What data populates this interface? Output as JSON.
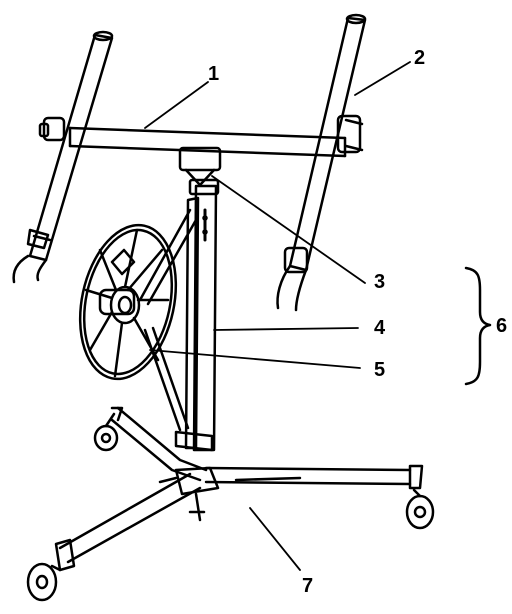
{
  "diagram": {
    "callouts": [
      {
        "id": "1",
        "label": "1"
      },
      {
        "id": "2",
        "label": "2"
      },
      {
        "id": "3",
        "label": "3"
      },
      {
        "id": "4",
        "label": "4"
      },
      {
        "id": "5",
        "label": "5"
      },
      {
        "id": "6",
        "label": "6"
      },
      {
        "id": "7",
        "label": "7"
      }
    ],
    "colors": {
      "ink": "#000000",
      "background": "#ffffff",
      "leader": "#000000"
    }
  }
}
